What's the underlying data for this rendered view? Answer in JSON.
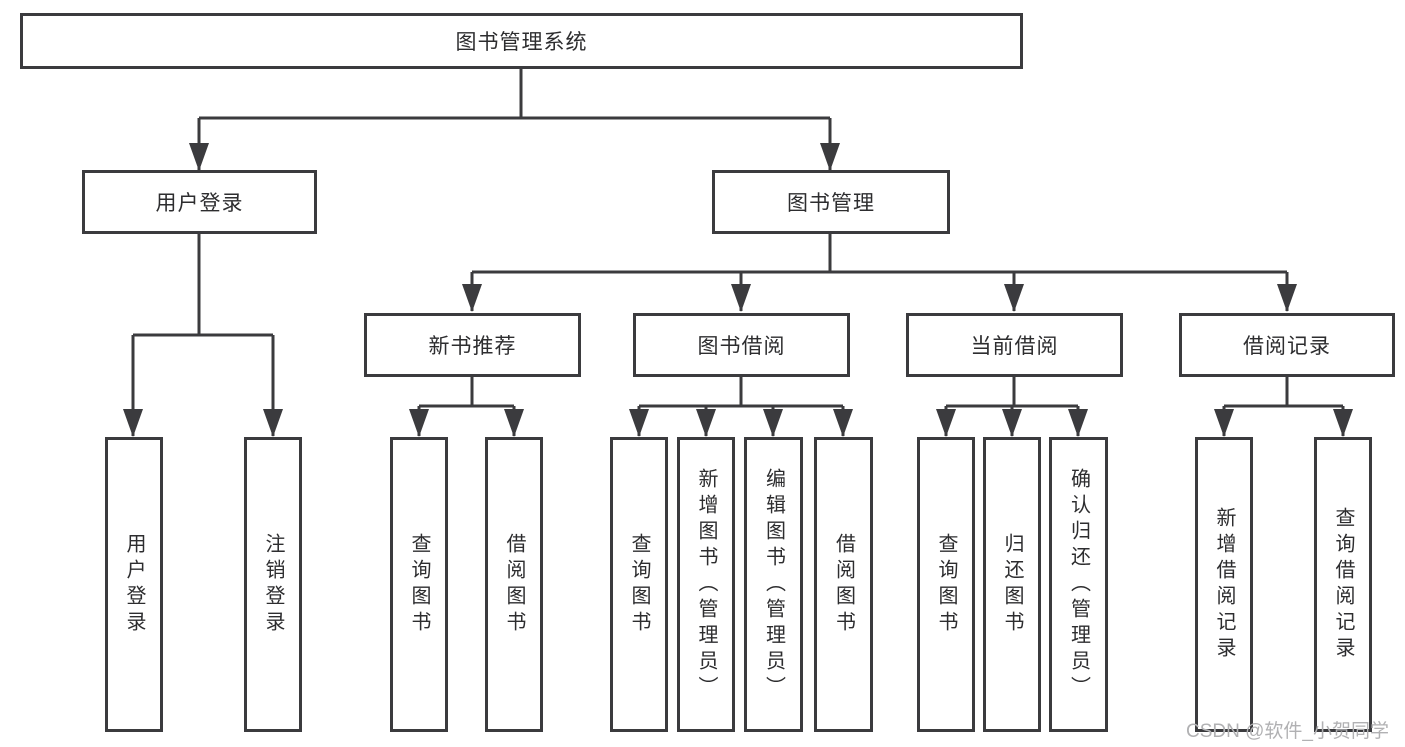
{
  "diagram": {
    "root": {
      "label": "图书管理系统"
    },
    "branches": [
      {
        "label": "用户登录",
        "children": [
          {
            "label": "用户登录"
          },
          {
            "label": "注销登录"
          }
        ]
      },
      {
        "label": "图书管理",
        "groups": [
          {
            "label": "新书推荐",
            "children": [
              {
                "label": "查询图书"
              },
              {
                "label": "借阅图书"
              }
            ]
          },
          {
            "label": "图书借阅",
            "children": [
              {
                "label": "查询图书"
              },
              {
                "label": "新增图书（管理员）"
              },
              {
                "label": "编辑图书（管理员）"
              },
              {
                "label": "借阅图书"
              }
            ]
          },
          {
            "label": "当前借阅",
            "children": [
              {
                "label": "查询图书"
              },
              {
                "label": "归还图书"
              },
              {
                "label": "确认归还（管理员）"
              }
            ]
          },
          {
            "label": "借阅记录",
            "children": [
              {
                "label": "新增借阅记录"
              },
              {
                "label": "查询借阅记录"
              }
            ]
          }
        ]
      }
    ]
  },
  "watermark": {
    "text": "CSDN @软件_小贺同学"
  }
}
